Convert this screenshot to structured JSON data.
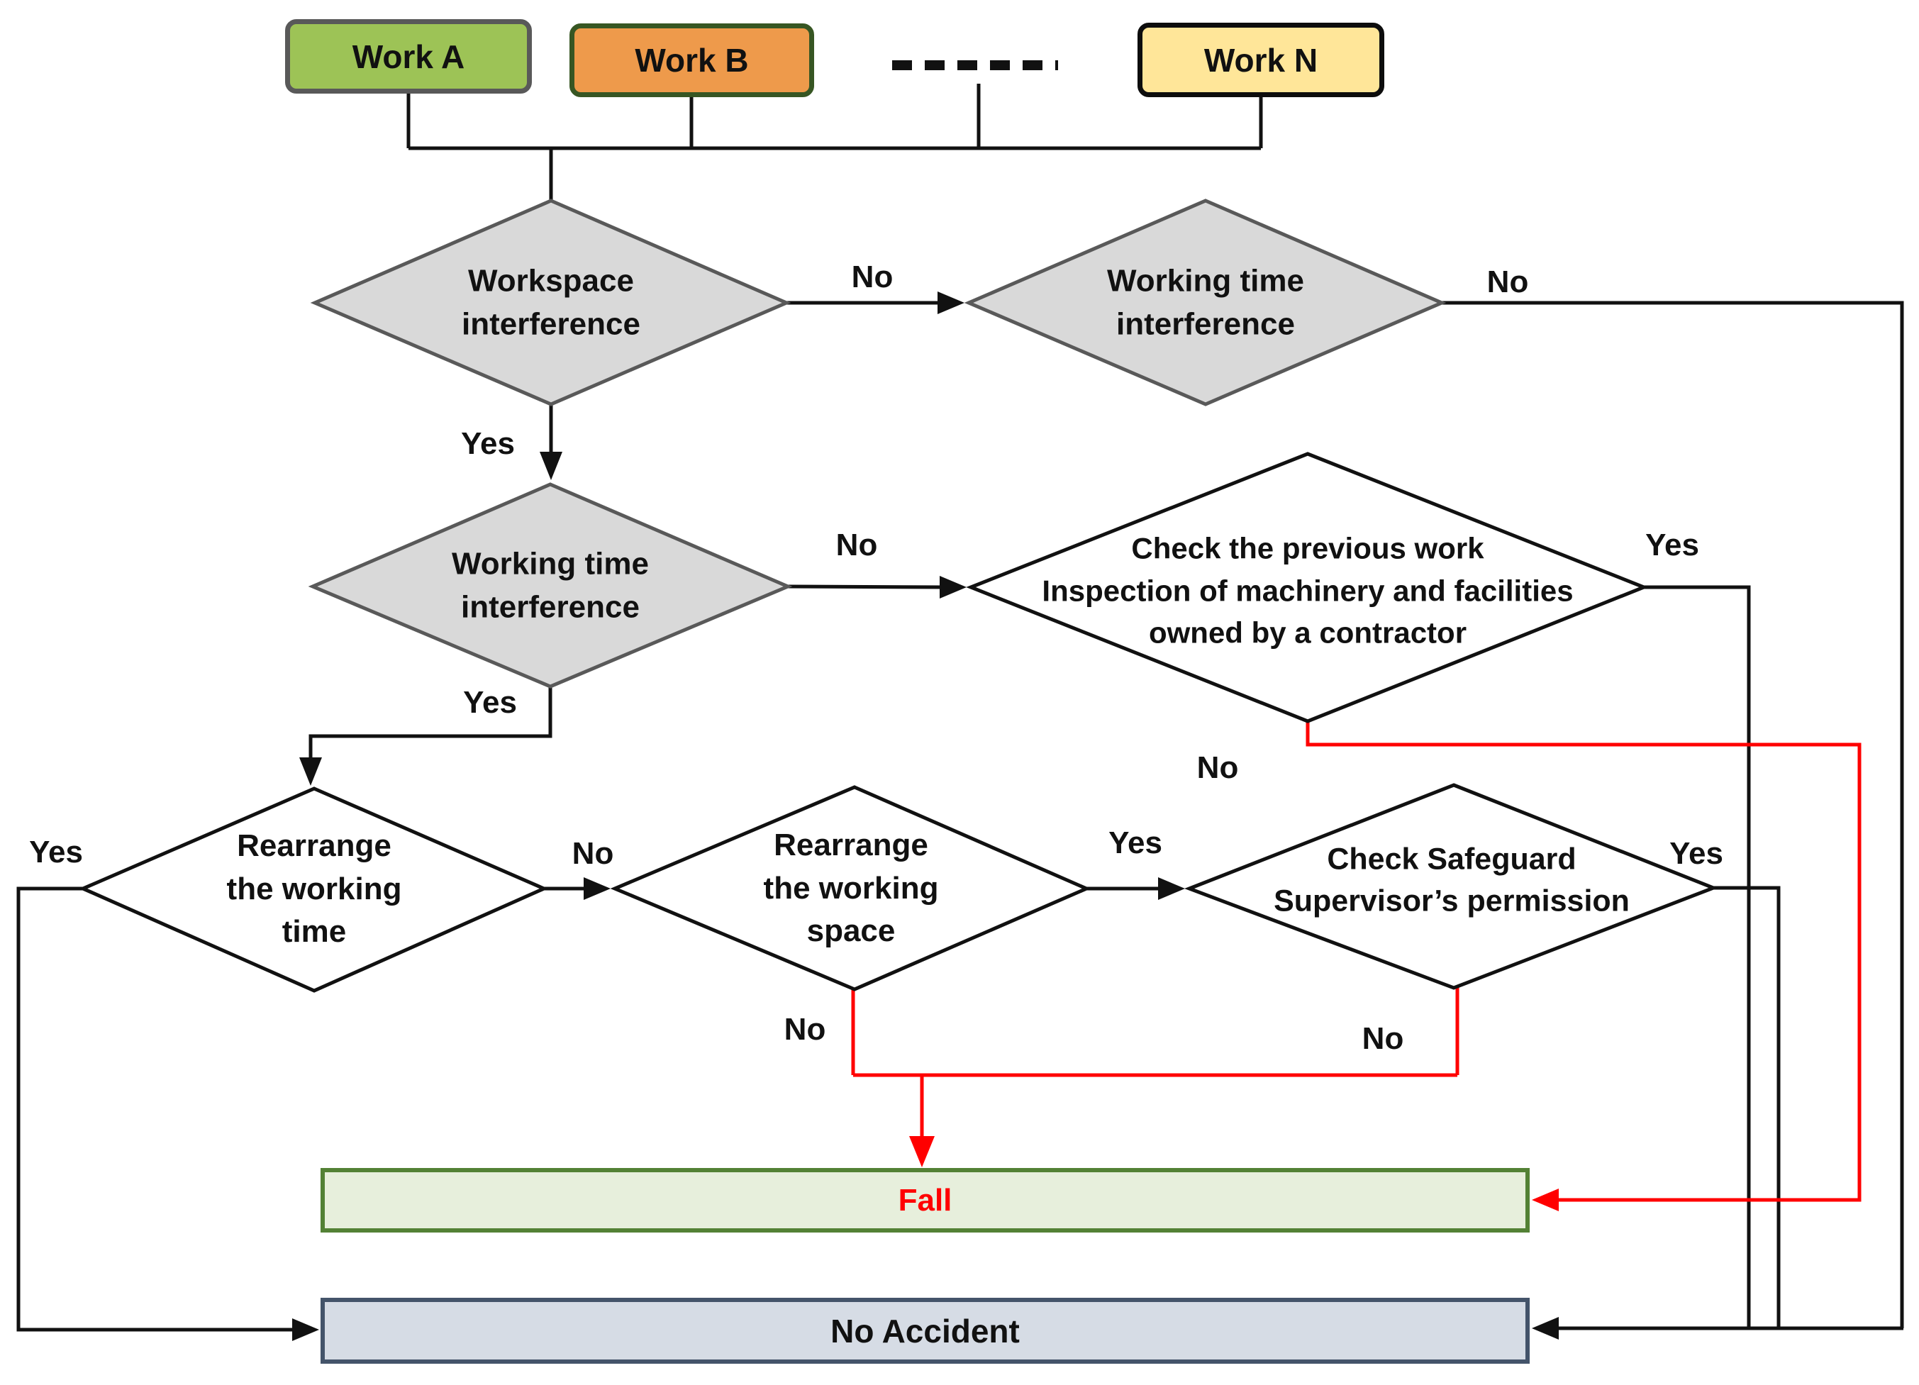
{
  "diagram": {
    "works": [
      {
        "label": "Work A"
      },
      {
        "label": "Work B"
      },
      {
        "label": "Work N"
      }
    ],
    "decisions": {
      "workspace_interference": {
        "lines": [
          "Workspace",
          "interference"
        ]
      },
      "working_time_interference_upper": {
        "lines": [
          "Working time",
          "interference"
        ]
      },
      "working_time_interference_lower": {
        "lines": [
          "Working time",
          "interference"
        ]
      },
      "check_previous_work": {
        "lines": [
          "Check the previous work",
          "Inspection of machinery and facilities",
          "owned by a contractor"
        ]
      },
      "rearrange_working_time": {
        "lines": [
          "Rearrange",
          "the working",
          "time"
        ]
      },
      "rearrange_working_space": {
        "lines": [
          "Rearrange",
          "the working",
          "space"
        ]
      },
      "check_safeguard": {
        "lines": [
          "Check Safeguard",
          "Supervisor’s permission"
        ]
      }
    },
    "outcomes": {
      "fall": {
        "label": "Fall"
      },
      "no_accident": {
        "label": "No Accident"
      }
    },
    "edge_labels": {
      "workspace_no": "No",
      "workspace_yes": "Yes",
      "worktime_upper_no": "No",
      "worktime_lower_no": "No",
      "worktime_lower_yes": "Yes",
      "check_previous_yes": "Yes",
      "check_previous_no": "No",
      "rearrange_time_yes": "Yes",
      "rearrange_time_no": "No",
      "rearrange_space_yes": "Yes",
      "rearrange_space_no": "No",
      "safeguard_yes": "Yes",
      "safeguard_no": "No"
    },
    "colors": {
      "work_a_fill": "#9dc356",
      "work_a_border": "#595959",
      "work_b_fill": "#ee9a4b",
      "work_b_border": "#375623",
      "work_n_fill": "#ffe699",
      "work_n_border": "#0d0d0d",
      "decision_gray_fill": "#d9d9d9",
      "decision_gray_border": "#595959",
      "decision_white_fill": "#ffffff",
      "decision_white_border": "#111111",
      "fall_fill": "#e7efdc",
      "fall_border": "#538135",
      "fall_text": "#ff0000",
      "no_accident_fill": "#d6dce5",
      "no_accident_border": "#44546a",
      "flow_line": "#111111",
      "accident_line": "#ff0000"
    }
  }
}
